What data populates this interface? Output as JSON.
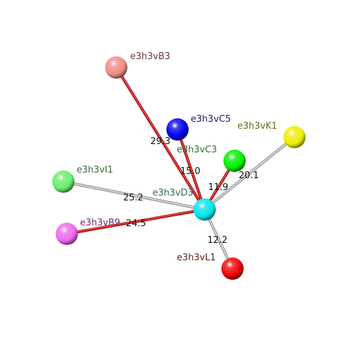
{
  "center": {
    "id": "d3",
    "label": "e3h3vD3",
    "color": "#00e5ee",
    "label_color": "#2e6b6b"
  },
  "nodes": [
    {
      "id": "b3",
      "label": "e3h3vB3",
      "color": "#f08a80",
      "label_color": "#6b3a3a"
    },
    {
      "id": "c5",
      "label": "e3h3vC5",
      "color": "#0000ee",
      "label_color": "#1c1c66"
    },
    {
      "id": "k1",
      "label": "e3h3vK1",
      "color": "#eeee00",
      "label_color": "#6b6b1c"
    },
    {
      "id": "c3",
      "label": "e3h3vC3",
      "color": "#00ee00",
      "label_color": "#2e6b2e"
    },
    {
      "id": "i1",
      "label": "e3h3vI1",
      "color": "#66ee66",
      "label_color": "#3a6b3a"
    },
    {
      "id": "b9",
      "label": "e3h3vB9",
      "color": "#ee66ee",
      "label_color": "#6b2e6b"
    },
    {
      "id": "l1",
      "label": "e3h3vL1",
      "color": "#ee0000",
      "label_color": "#6b1c1c"
    }
  ],
  "edges": [
    {
      "from": "d3",
      "to": "b3",
      "value": "29.3",
      "style": "red"
    },
    {
      "from": "d3",
      "to": "c5",
      "value": "15.0",
      "style": "red"
    },
    {
      "from": "d3",
      "to": "c3",
      "value": "11.9",
      "style": "red"
    },
    {
      "from": "d3",
      "to": "k1",
      "value": "20.1",
      "style": "grey"
    },
    {
      "from": "d3",
      "to": "i1",
      "value": "25.2",
      "style": "grey"
    },
    {
      "from": "d3",
      "to": "b9",
      "value": "24.5",
      "style": "red"
    },
    {
      "from": "d3",
      "to": "l1",
      "value": "12.2",
      "style": "grey"
    }
  ],
  "edge_colors": {
    "red": "#dd1111",
    "grey": "#c8c8c8"
  }
}
